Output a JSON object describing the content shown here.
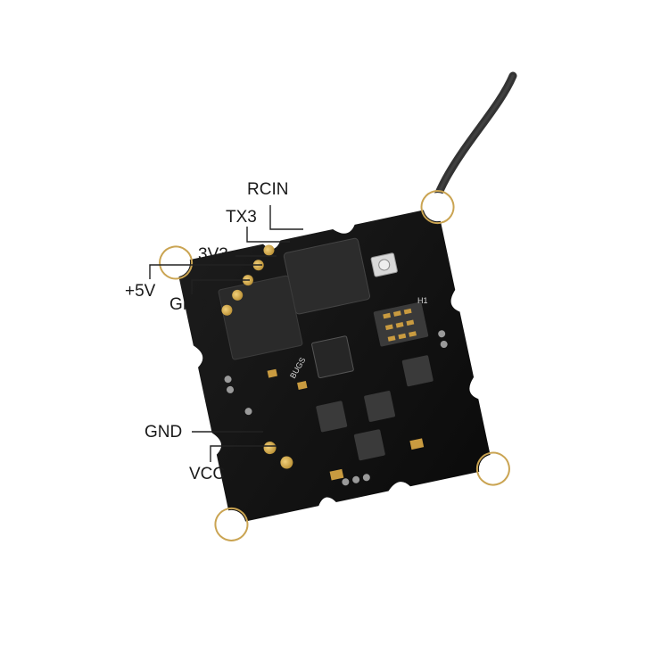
{
  "pins": {
    "rcin": "RCIN",
    "tx3": "TX3",
    "v3v3": "3V3",
    "plus5v": "+5V",
    "gnd_top": "GND",
    "gnd_bottom": "GND",
    "vcc": "VCC"
  },
  "board_silkscreen": {
    "antenna_mark": "H1",
    "brand_text": "BUGS"
  },
  "colors": {
    "board": "#111111",
    "pad_gold": "#d4a84a",
    "chip": "#2a2a2a",
    "leader_line": "#222222"
  }
}
